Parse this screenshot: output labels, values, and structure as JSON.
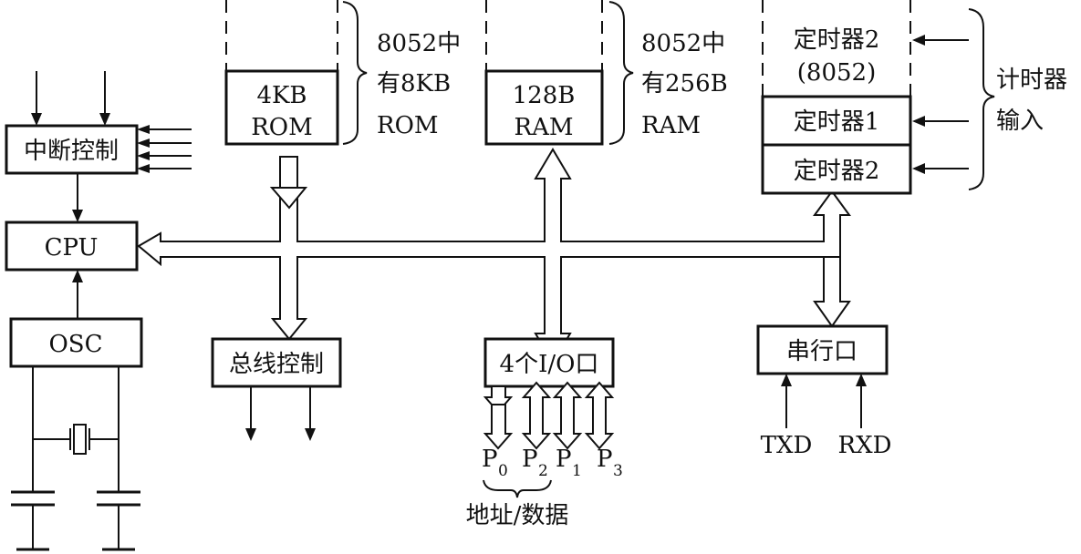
{
  "blocks": {
    "interrupt": "中断控制",
    "cpu": "CPU",
    "osc": "OSC",
    "rom_line1": "4KB",
    "rom_line2": "ROM",
    "ram_line1": "128B",
    "ram_line2": "RAM",
    "timer2_8052_line1": "定时器2",
    "timer2_8052_line2": "(8052)",
    "timer1": "定时器1",
    "timer2": "定时器2",
    "bus_control": "总线控制",
    "io_ports": "4个I/O口",
    "serial": "串行口"
  },
  "notes": {
    "rom_8052": [
      "8052中",
      "有8KB",
      "ROM"
    ],
    "ram_8052": [
      "8052中",
      "有256B",
      "RAM"
    ],
    "counter_input": [
      "计时器",
      "输入"
    ]
  },
  "ports": {
    "p0": {
      "letter": "P",
      "sub": "0"
    },
    "p2": {
      "letter": "P",
      "sub": "2"
    },
    "p1": {
      "letter": "P",
      "sub": "1"
    },
    "p3": {
      "letter": "P",
      "sub": "3"
    },
    "addr_data": "地址/数据"
  },
  "serial_pins": {
    "txd": "TXD",
    "rxd": "RXD"
  },
  "colors": {
    "stroke": "#111111",
    "background": "#ffffff"
  }
}
